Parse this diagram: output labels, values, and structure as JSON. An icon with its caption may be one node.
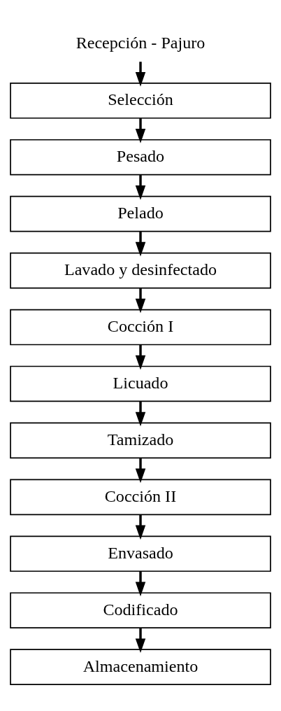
{
  "diagram": {
    "nodes": [
      {
        "text": [
          "Recepción - Pajuro"
        ]
      },
      {
        "text": [
          "Selección"
        ]
      },
      {
        "text": [
          "Pesado"
        ]
      },
      {
        "text": [
          "Pelado"
        ]
      },
      {
        "text": [
          "Lavado y desinfectado"
        ]
      },
      {
        "text": [
          "Cocción I"
        ]
      },
      {
        "text": [
          "Licuado"
        ]
      },
      {
        "text": [
          "Tamizado"
        ]
      },
      {
        "text": [
          "Cocción II"
        ]
      },
      {
        "text": [
          "Envasado"
        ]
      },
      {
        "text": [
          "Codificado"
        ]
      },
      {
        "text": [
          "Almacenamiento"
        ]
      }
    ],
    "edges": [
      {
        "from": 0,
        "to": 1,
        "arrow": "to"
      },
      {
        "from": 1,
        "to": 2,
        "arrow": "to"
      },
      {
        "from": 2,
        "to": 3,
        "arrow": "to"
      },
      {
        "from": 3,
        "to": 4,
        "arrow": "to"
      },
      {
        "from": 4,
        "to": 5,
        "arrow": "to"
      },
      {
        "from": 5,
        "to": 6,
        "arrow": "to"
      },
      {
        "from": 6,
        "to": 7,
        "arrow": "to"
      },
      {
        "from": 7,
        "to": 8,
        "arrow": "to"
      },
      {
        "from": 8,
        "to": 9,
        "arrow": "to"
      },
      {
        "from": 9,
        "to": 10,
        "arrow": "to"
      },
      {
        "from": 10,
        "to": 11,
        "arrow": "to"
      }
    ]
  }
}
